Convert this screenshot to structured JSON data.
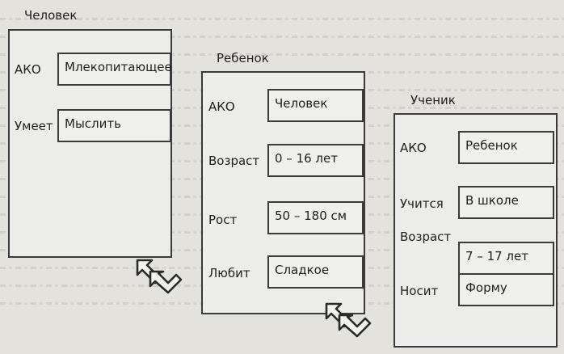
{
  "frames": [
    {
      "title": "Человек",
      "slots": [
        {
          "label": "АКО",
          "value": "Млекопитающее"
        },
        {
          "label": "Умеет",
          "value": "Мыслить"
        }
      ]
    },
    {
      "title": "Ребенок",
      "slots": [
        {
          "label": "АКО",
          "value": "Человек"
        },
        {
          "label": "Возраст",
          "value": "0 – 16 лет"
        },
        {
          "label": "Рост",
          "value": "50 – 180 см"
        },
        {
          "label": "Любит",
          "value": "Сладкое"
        }
      ]
    },
    {
      "title": "Ученик",
      "slots": [
        {
          "label": "АКО",
          "value": "Ребенок"
        },
        {
          "label": "Учится",
          "value": "В школе"
        },
        {
          "label": "Возраст",
          "value": "7 – 17 лет"
        },
        {
          "label": "Носит",
          "value": "Форму"
        }
      ]
    }
  ],
  "icons": [
    "inheritance-arrow-icon",
    "inheritance-arrow-icon"
  ],
  "colors": {
    "line": "#3a3a3a",
    "paper": "#e4e2dd"
  }
}
